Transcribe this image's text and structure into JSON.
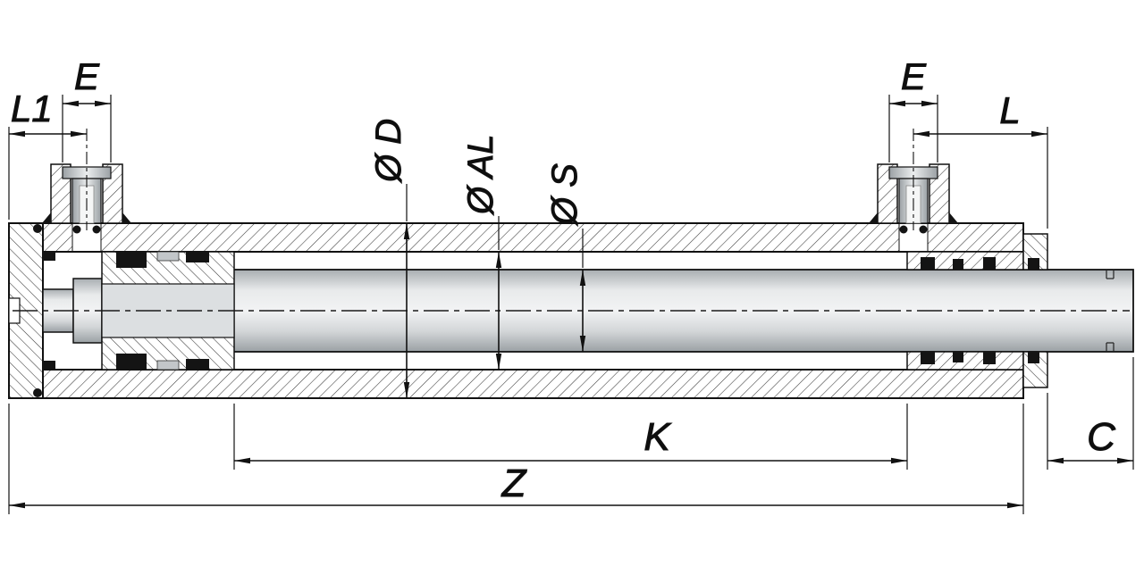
{
  "drawing": {
    "kind": "hydraulic-cylinder-cross-section"
  },
  "dimension_labels": {
    "l1": "L1",
    "e_left": "E",
    "e_right": "E",
    "l": "L",
    "dia_d": "Ø D",
    "dia_al": "Ø AL",
    "dia_s": "Ø S",
    "k": "K",
    "z": "Z",
    "c": "C"
  },
  "colors": {
    "line": "#111111",
    "metal_light": "#f1f2f3",
    "metal_dark": "#9aa0a4",
    "seal": "#141414",
    "background": "#ffffff"
  }
}
